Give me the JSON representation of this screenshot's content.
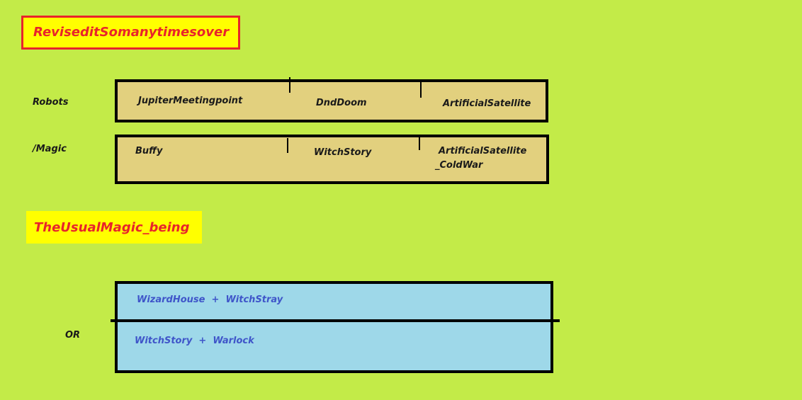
{
  "title": "ReviseditSomanytimesover",
  "rows": [
    {
      "label": "Robots",
      "cells": [
        "JupiterMeetingpoint",
        "DndDoom",
        "ArtificialSatellite"
      ]
    },
    {
      "label": "/Magic",
      "cells": [
        "Buffy",
        "WitchStory",
        "ArtificialSatellite",
        "_ColdWar"
      ]
    }
  ],
  "subtitle": "TheUsualMagic_being",
  "options": {
    "separator": "OR",
    "first": "WizardHouse  +  WitchStray",
    "second": "WitchStory  +  Warlock"
  },
  "colors": {
    "background": "#c3eb48",
    "title_red": "#e8242b",
    "highlight_yellow": "#ffff00",
    "panel_tan": "#e2d07e",
    "panel_blue": "#9ed8e9",
    "text_blue": "#3f55c9"
  }
}
